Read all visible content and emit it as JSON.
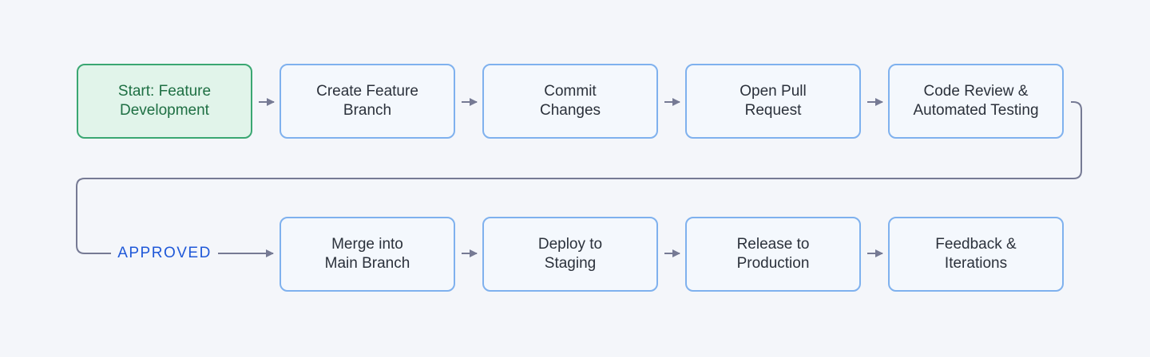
{
  "diagram": {
    "nodes": [
      {
        "id": "start",
        "label": "Start: Feature\nDevelopment",
        "kind": "start"
      },
      {
        "id": "branch",
        "label": "Create Feature\nBranch",
        "kind": "step"
      },
      {
        "id": "commit",
        "label": "Commit\nChanges",
        "kind": "step"
      },
      {
        "id": "pr",
        "label": "Open Pull\nRequest",
        "kind": "step"
      },
      {
        "id": "review",
        "label": "Code Review &\nAutomated Testing",
        "kind": "step"
      },
      {
        "id": "merge",
        "label": "Merge into\nMain Branch",
        "kind": "step"
      },
      {
        "id": "staging",
        "label": "Deploy to\nStaging",
        "kind": "step"
      },
      {
        "id": "release",
        "label": "Release to\nProduction",
        "kind": "step"
      },
      {
        "id": "feedback",
        "label": "Feedback &\nIterations",
        "kind": "step"
      }
    ],
    "edges": [
      {
        "from": "start",
        "to": "branch"
      },
      {
        "from": "branch",
        "to": "commit"
      },
      {
        "from": "commit",
        "to": "pr"
      },
      {
        "from": "pr",
        "to": "review"
      },
      {
        "from": "review",
        "to": "merge",
        "label": "APPROVED"
      },
      {
        "from": "merge",
        "to": "staging"
      },
      {
        "from": "staging",
        "to": "release"
      },
      {
        "from": "release",
        "to": "feedback"
      }
    ],
    "colors": {
      "background": "#f4f6fa",
      "node_fill": "#f4f8fd",
      "node_border": "#7fb1ee",
      "start_fill": "#e1f4ea",
      "start_border": "#3aa772",
      "start_text": "#1e6f43",
      "text": "#2b313b",
      "connector": "#767a94",
      "edge_label": "#1f58d8"
    }
  }
}
